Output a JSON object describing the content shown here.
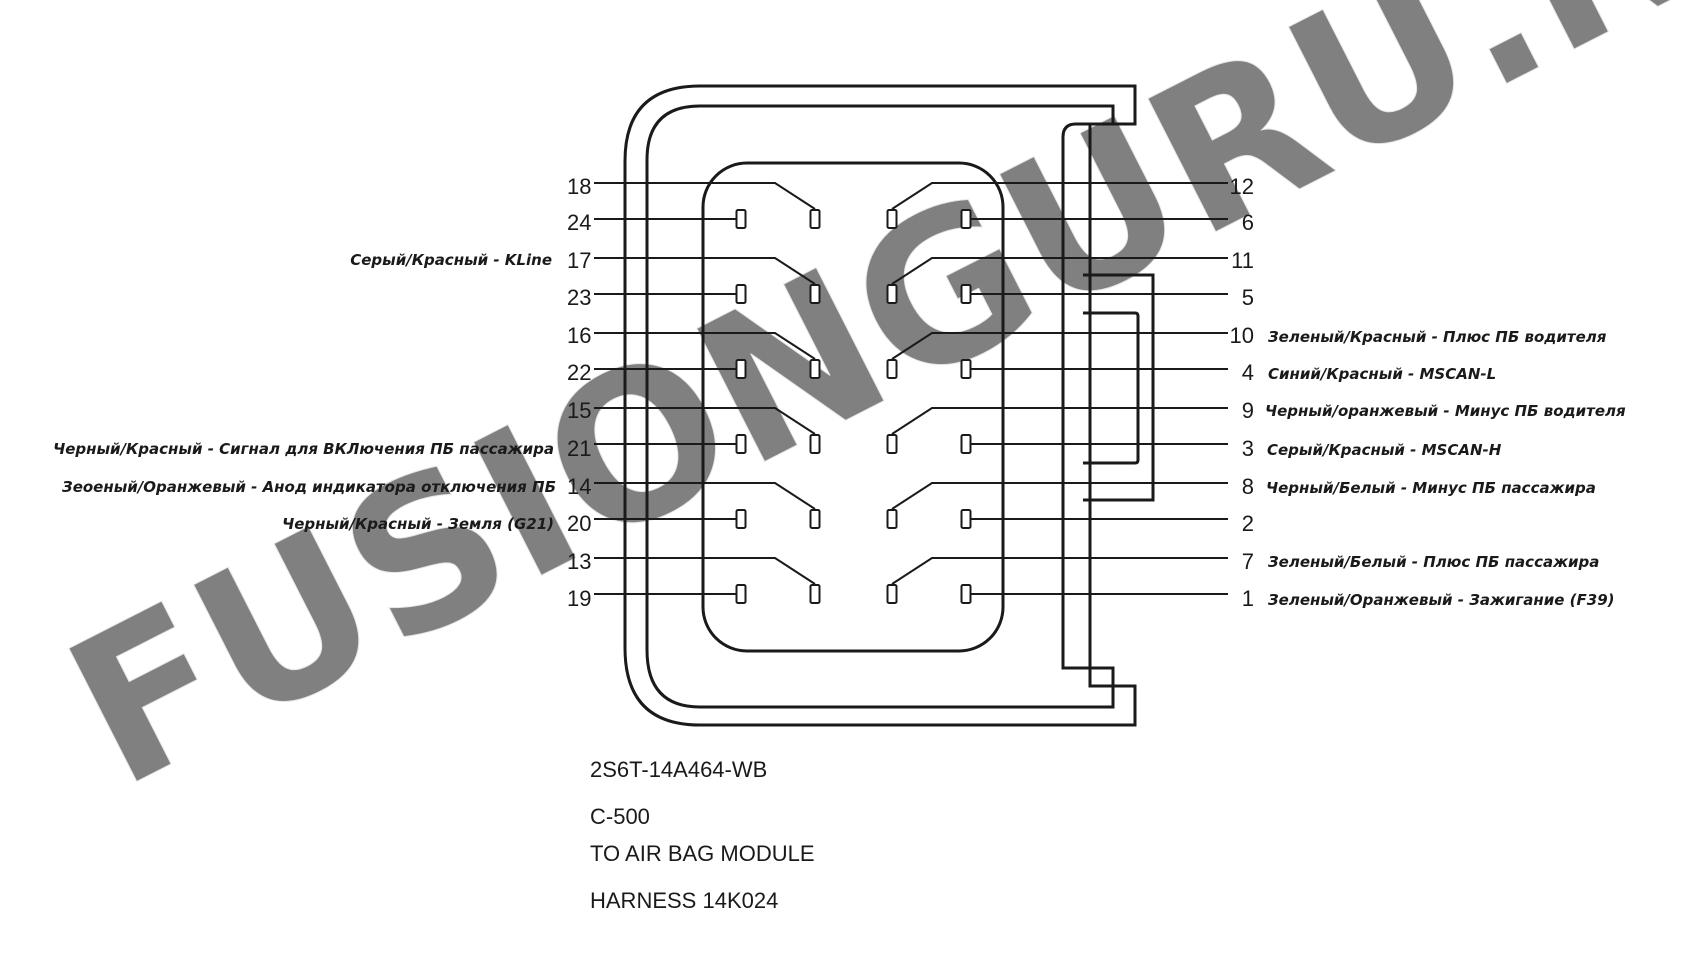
{
  "watermark": "FUSIONGURU.RU",
  "connector": {
    "part_number": "2S6T-14A464-WB",
    "connector_id": "C-500",
    "destination": "TO AIR BAG MODULE",
    "harness": "HARNESS 14K024"
  },
  "left_pins": [
    {
      "num": "18",
      "label": ""
    },
    {
      "num": "24",
      "label": ""
    },
    {
      "num": "17",
      "label": "Серый/Красный - KLine"
    },
    {
      "num": "23",
      "label": ""
    },
    {
      "num": "16",
      "label": ""
    },
    {
      "num": "22",
      "label": ""
    },
    {
      "num": "15",
      "label": ""
    },
    {
      "num": "21",
      "label": "Черный/Красный - Сигнал для ВКЛючения ПБ пассажира"
    },
    {
      "num": "14",
      "label": "Зеоеный/Оранжевый - Анод индикатора отключения ПБ"
    },
    {
      "num": "20",
      "label": "Черный/Красный - Земля (G21)"
    },
    {
      "num": "13",
      "label": ""
    },
    {
      "num": "19",
      "label": ""
    }
  ],
  "right_pins": [
    {
      "num": "12",
      "label": ""
    },
    {
      "num": "6",
      "label": ""
    },
    {
      "num": "11",
      "label": ""
    },
    {
      "num": "5",
      "label": ""
    },
    {
      "num": "10",
      "label": "Зеленый/Красный - Плюс ПБ водителя"
    },
    {
      "num": "4",
      "label": "Синий/Красный - MSCAN-L"
    },
    {
      "num": "9",
      "label": "Черный/оранжевый - Минус ПБ водителя"
    },
    {
      "num": "3",
      "label": "Серый/Красный - MSCAN-H"
    },
    {
      "num": "8",
      "label": "Черный/Белый - Минус ПБ пассажира"
    },
    {
      "num": "2",
      "label": ""
    },
    {
      "num": "7",
      "label": "Зеленый/Белый - Плюс ПБ пассажира"
    },
    {
      "num": "1",
      "label": "Зеленый/Оранжевый - Зажигание (F39)"
    }
  ]
}
